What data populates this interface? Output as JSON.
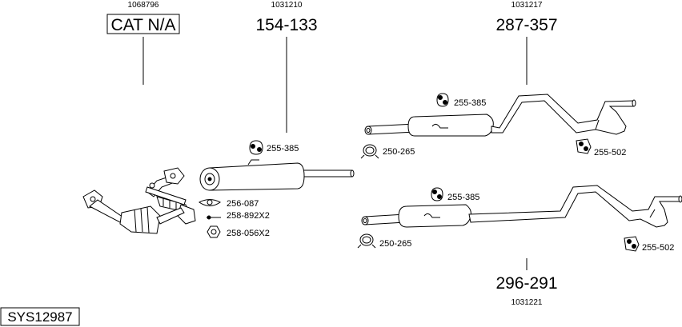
{
  "groups": [
    {
      "ref": "1068796",
      "number": "CAT N/A"
    },
    {
      "ref": "1031210",
      "number": "154-133"
    },
    {
      "ref": "1031217",
      "number": "287-357"
    },
    {
      "ref": "1031221",
      "number": "296-291"
    }
  ],
  "parts": {
    "hanger_front": "255-385",
    "gasket": "256-087",
    "stud": "258-892X2",
    "nut": "258-056X2",
    "hanger_upper_mid": "255-385",
    "clamp_upper": "250-265",
    "rubber_upper_rear": "255-502",
    "hanger_lower_mid": "255-385",
    "clamp_lower": "250-265",
    "rubber_lower_rear": "255-502"
  },
  "system_code": "SYS12987"
}
